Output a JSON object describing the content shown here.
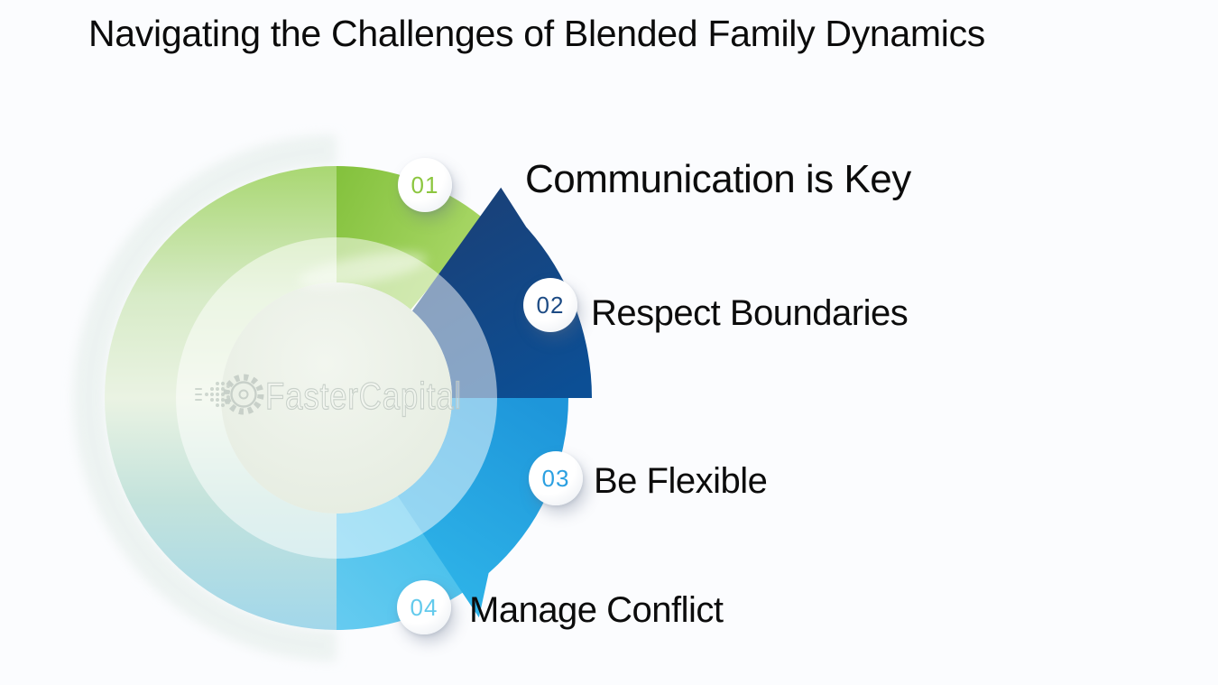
{
  "title": "Navigating the Challenges of Blended Family Dynamics",
  "watermark": {
    "icon": "gear-icon",
    "text": "FasterCapital"
  },
  "steps": [
    {
      "number": "01",
      "label": "Communication is Key",
      "color": "#8CC63F",
      "segment_color": "#8CC63F"
    },
    {
      "number": "02",
      "label": "Respect Boundaries",
      "color": "#1D4B84",
      "segment_color": "#10498B"
    },
    {
      "number": "03",
      "label": "Be Flexible",
      "color": "#2BA0E1",
      "segment_color": "#28A4E0"
    },
    {
      "number": "04",
      "label": "Manage Conflict",
      "color": "#63CAEC",
      "segment_color": "#4FC3ED"
    }
  ],
  "chart_data": {
    "type": "pie",
    "variant": "circular-process-donut",
    "categories": [
      "Communication is Key",
      "Respect Boundaries",
      "Be Flexible",
      "Manage Conflict"
    ],
    "values": [
      25,
      25,
      25,
      25
    ],
    "segment_colors": [
      "#8CC63F",
      "#10498B",
      "#28A4E0",
      "#4FC3ED"
    ],
    "step_numbers": [
      "01",
      "02",
      "03",
      "04"
    ],
    "title": "Navigating the Challenges of Blended Family Dynamics",
    "center_watermark": "FasterCapital",
    "legend_position": "around-right"
  }
}
